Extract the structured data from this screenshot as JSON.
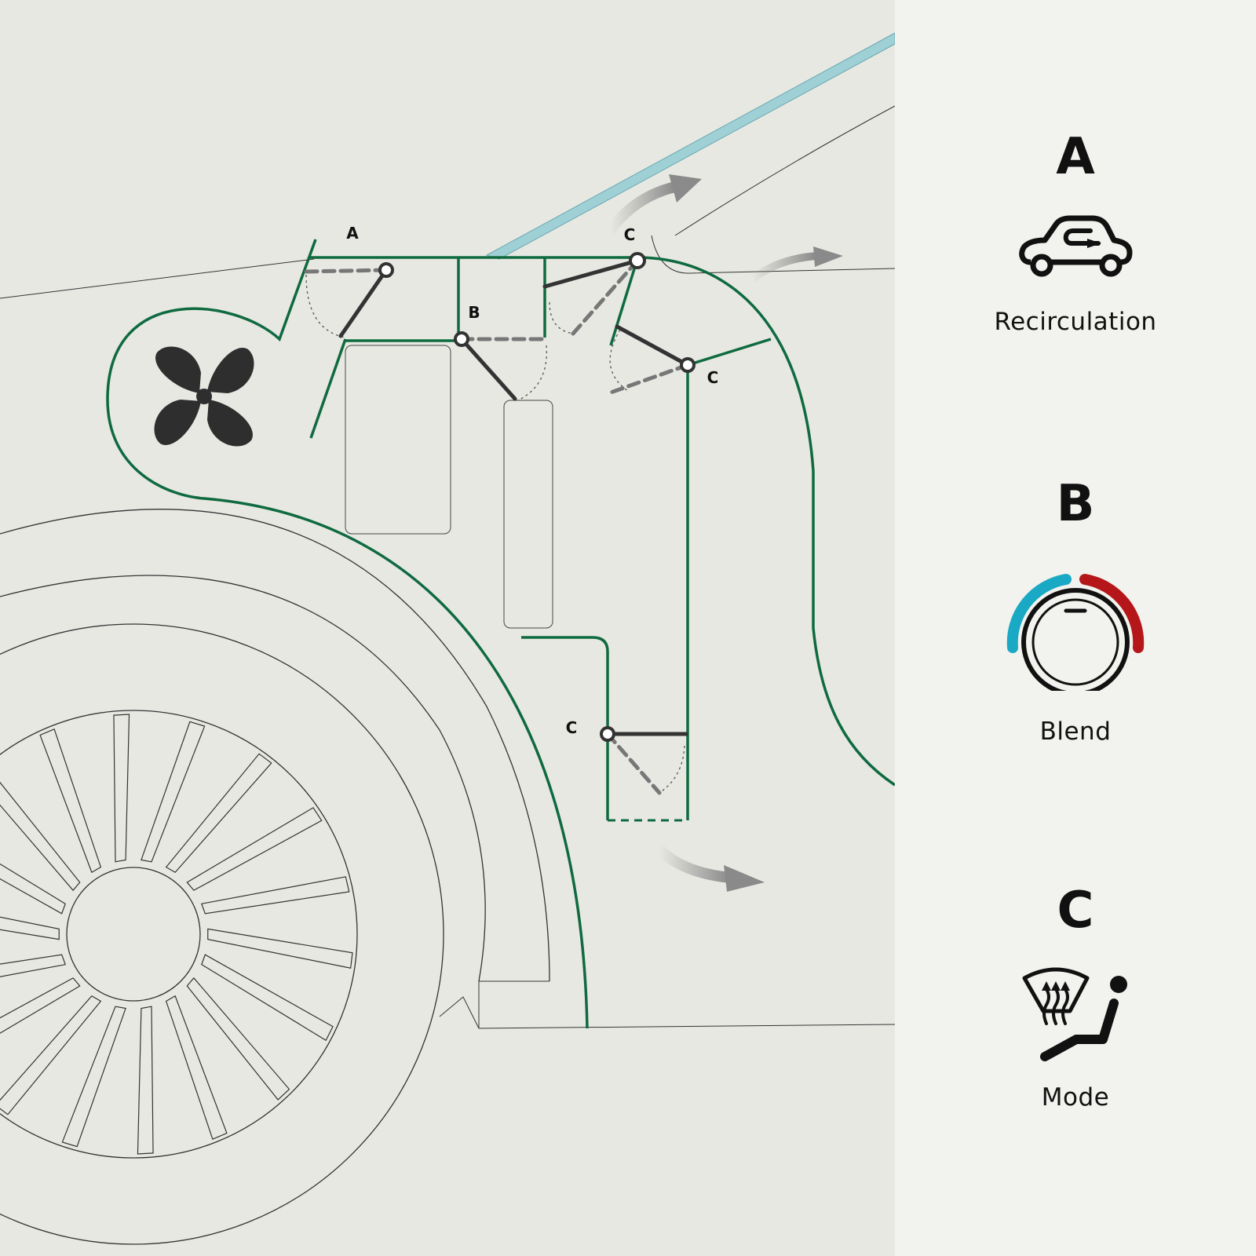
{
  "diagram": {
    "markers": {
      "a": "A",
      "b": "B",
      "c_top": "C",
      "c_right": "C",
      "c_lower": "C"
    },
    "colors": {
      "duct": "#0f6a3f",
      "door_solid": "#333333",
      "door_dashed": "#777777",
      "outline": "#333333",
      "windshield": "#9fd0d6",
      "fan": "#2e2e2e",
      "airflow": "#8a8a8a"
    }
  },
  "legend": {
    "items": [
      {
        "letter": "A",
        "label": "Recirculation",
        "icon": "recirculation-car-icon"
      },
      {
        "letter": "B",
        "label": "Blend",
        "icon": "blend-dial-icon"
      },
      {
        "letter": "C",
        "label": "Mode",
        "icon": "mode-defrost-seat-icon"
      }
    ],
    "colors": {
      "cold": "#1aa9c4",
      "hot": "#b5161a",
      "ink": "#111111"
    }
  }
}
